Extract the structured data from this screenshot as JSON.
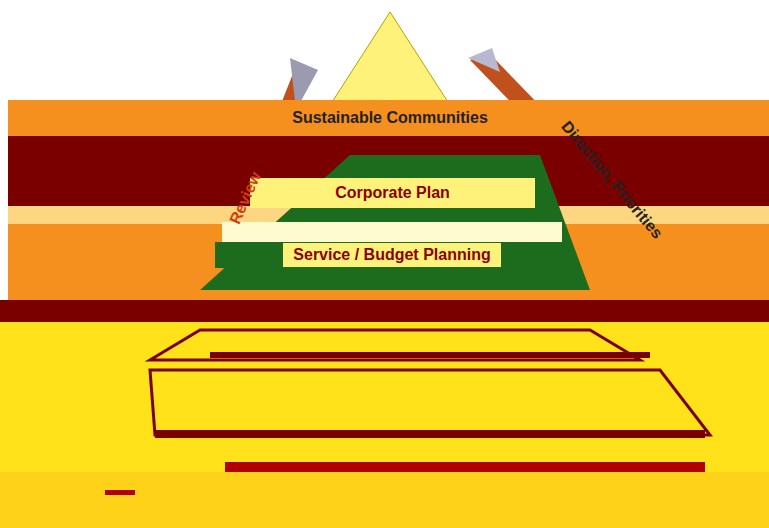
{
  "diagram": {
    "nodes": [
      {
        "text": [
          "Sustainable Communities"
        ]
      },
      {
        "text": [
          "Corporate Plan"
        ]
      },
      {
        "text": [
          "Service / Budget Planning"
        ]
      }
    ],
    "labels": [
      "Review",
      "Direction, Priorities"
    ]
  }
}
